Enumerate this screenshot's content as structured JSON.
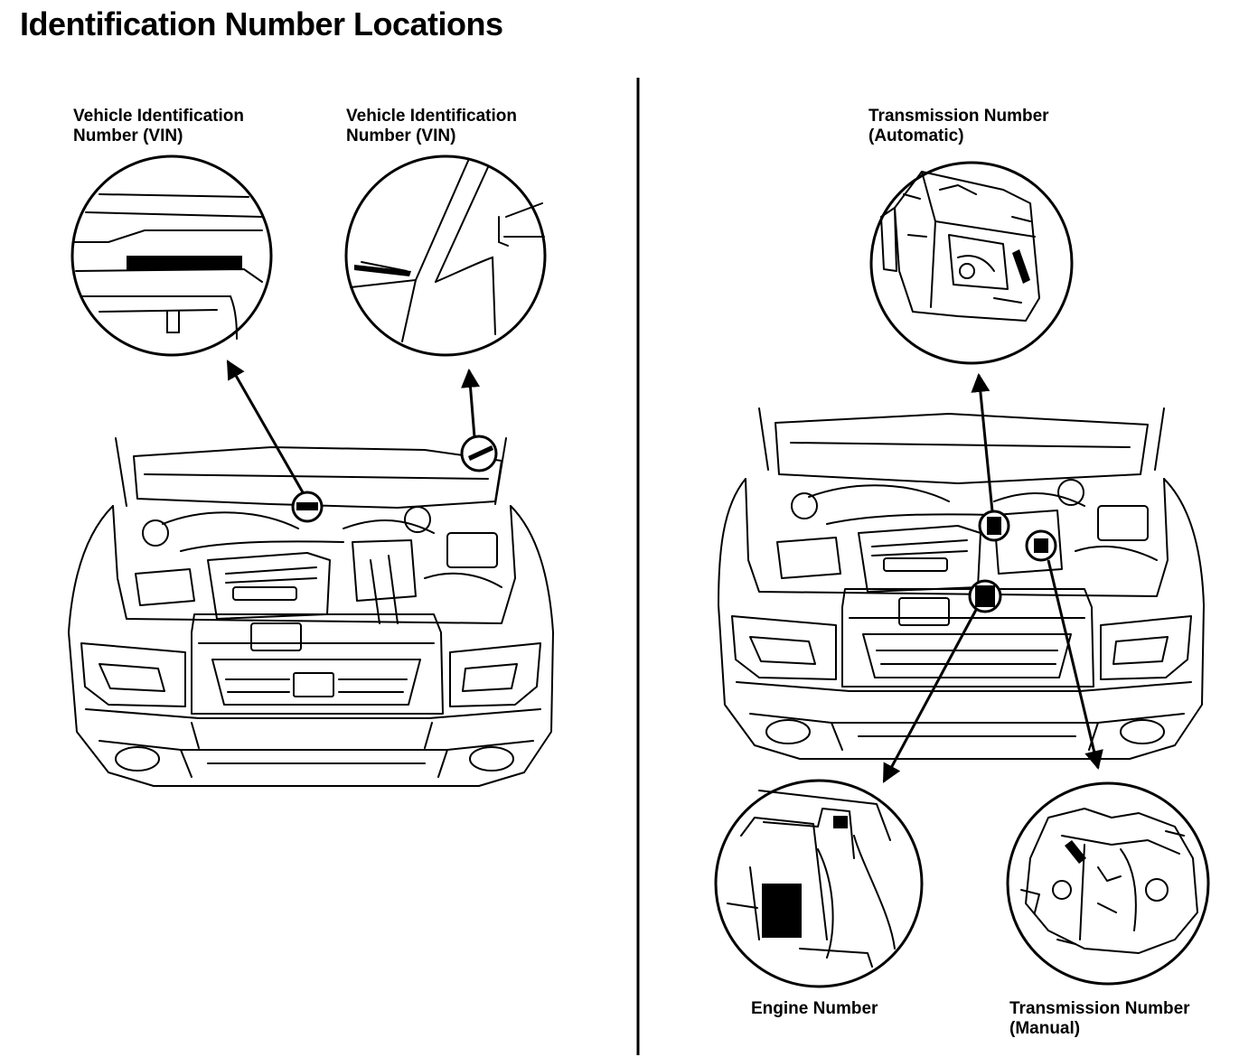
{
  "title": "Identification Number Locations",
  "callouts": {
    "vin_dash": {
      "line1": "Vehicle Identification",
      "line2": "Number (VIN)"
    },
    "vin_body": {
      "line1": "Vehicle Identification",
      "line2": "Number (VIN)"
    },
    "trans_auto": {
      "line1": "Transmission Number",
      "line2": "(Automatic)"
    },
    "engine": {
      "line1": "Engine Number"
    },
    "trans_manual": {
      "line1": "Transmission Number",
      "line2": "(Manual)"
    }
  },
  "colors": {
    "ink": "#000000",
    "paper": "#ffffff"
  }
}
